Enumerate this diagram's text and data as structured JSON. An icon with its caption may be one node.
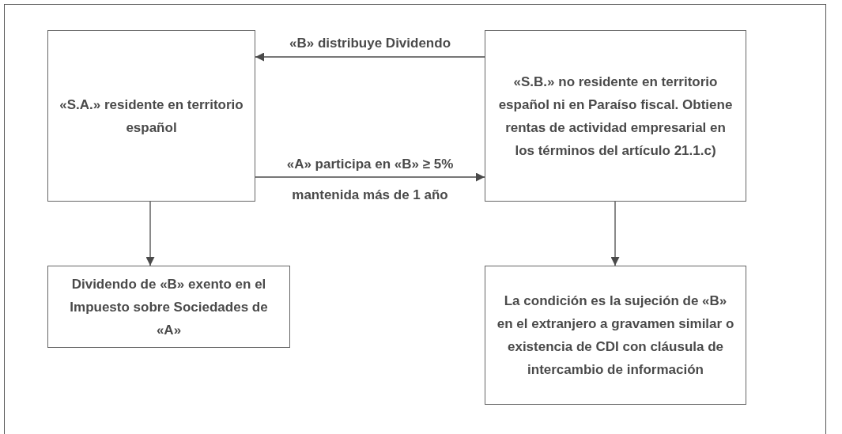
{
  "diagram": {
    "nodes": [
      {
        "text": [
          "«S.A.» residente en territorio español"
        ]
      },
      {
        "text": [
          "«S.B.» no residente en territorio español ni en Paraíso fiscal. Obtiene rentas de actividad empresarial en los términos del artículo 21.1.c)"
        ]
      },
      {
        "text": [
          "Dividendo de «B» exento en el Impuesto sobre Sociedades de «A»"
        ]
      },
      {
        "text": [
          "La condición es la sujeción de «B» en el extranjero a gravamen similar o existencia de CDI con cláusula de intercambio de información"
        ]
      }
    ],
    "edges": [
      {
        "from": 1,
        "to": 0,
        "arrow": "to",
        "label": "«B» distribuye Dividendo"
      },
      {
        "from": 0,
        "to": 1,
        "arrow": "to",
        "label": "«A» participa en «B» ≥ 5%"
      },
      {
        "from": 0,
        "to": 2,
        "arrow": "to"
      },
      {
        "from": 1,
        "to": 3,
        "arrow": "to"
      }
    ],
    "labels": [
      "mantenida más de 1 año"
    ]
  }
}
